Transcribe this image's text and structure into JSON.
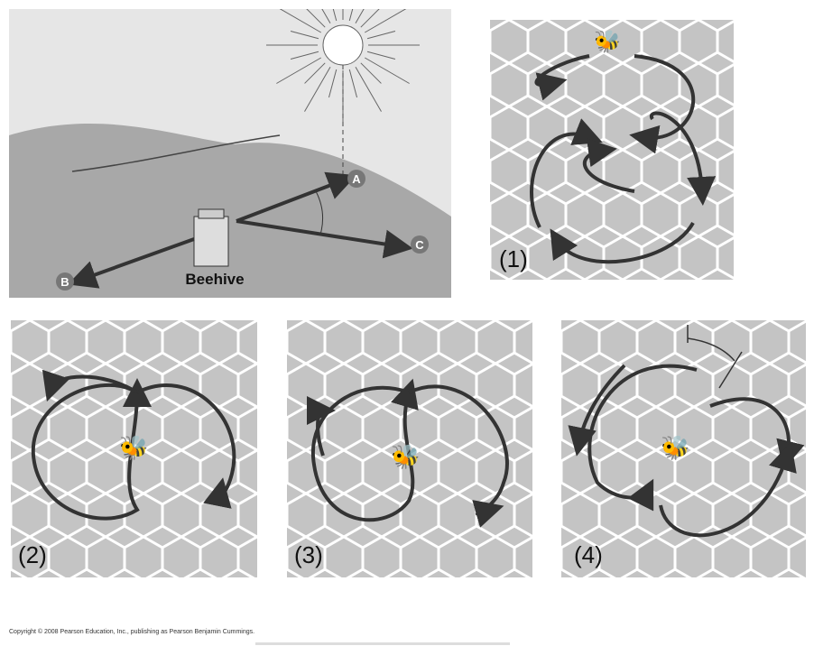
{
  "scene": {
    "point_a": "A",
    "point_b": "B",
    "point_c": "C",
    "hive_label": "Beehive"
  },
  "panels": [
    "(1)",
    "(2)",
    "(3)",
    "(4)"
  ],
  "copyright": "Copyright © 2008 Pearson Education, Inc., publishing as Pearson Benjamin Cummings.",
  "colors": {
    "sky": "#e6e6e6",
    "hill": "#a8a8a8",
    "comb": "#c8c8c8",
    "arrow": "#333333"
  }
}
